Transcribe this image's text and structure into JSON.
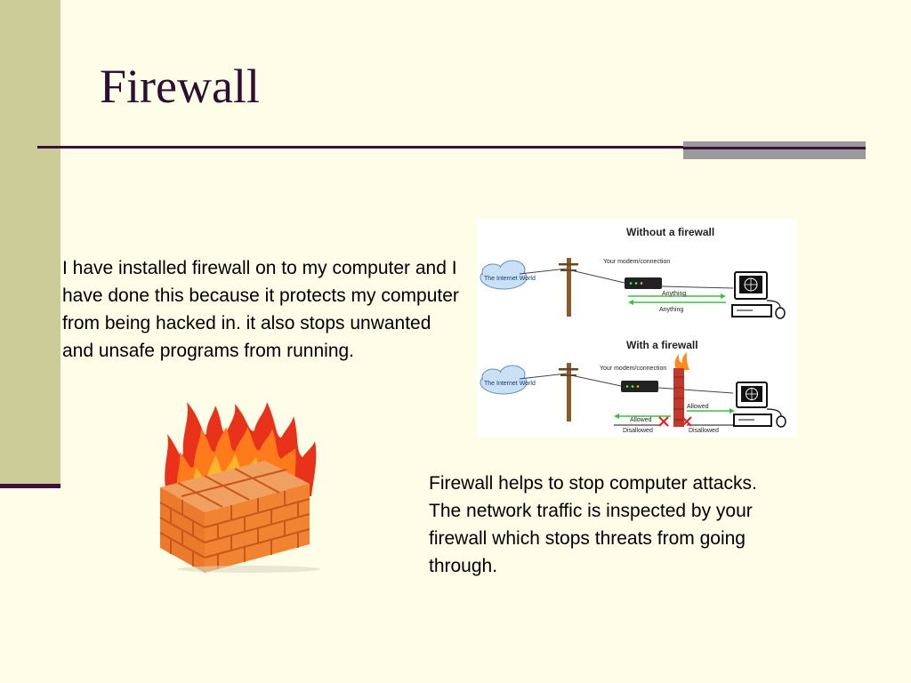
{
  "slide": {
    "title": "Firewall",
    "paragraph_1": "I have installed firewall on to my computer and I have done this because it protects my computer from being hacked in. it also stops unwanted and unsafe programs from running.",
    "paragraph_2": "Firewall helps to stop computer attacks. The network traffic is inspected by your firewall which stops threats from going through."
  },
  "diagram": {
    "without_heading": "Without a firewall",
    "with_heading": "With a firewall",
    "cloud_label": "The Internet World",
    "modem_label": "Your modem/connection",
    "anything_label": "Anything",
    "allowed_label": "Allowed",
    "disallowed_label": "Disallowed"
  },
  "colors": {
    "background": "#fefde8",
    "sidebar": "#cccc99",
    "title": "#2e0f33",
    "rule": "#3d0f3a",
    "accent_bar": "#9a9a9c",
    "allowed_green": "#3bbf3b",
    "block_red": "#e02020"
  },
  "icons": [
    "cloud-icon",
    "utility-pole-icon",
    "modem-icon",
    "computer-icon",
    "firewall-tower-icon",
    "brick-wall-fire-icon"
  ]
}
